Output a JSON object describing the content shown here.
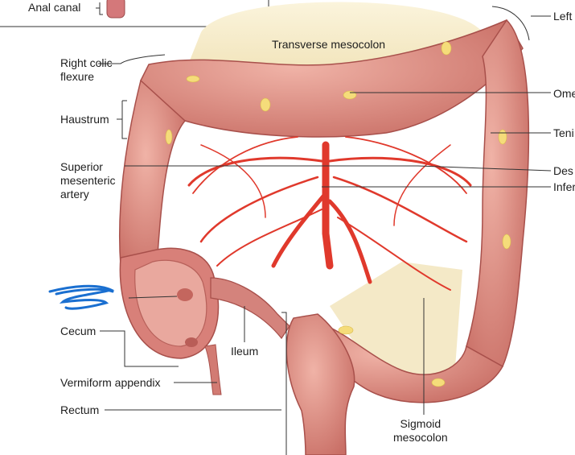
{
  "labels": {
    "anal_canal": "Anal canal",
    "left_colic_flexure": "Left c",
    "transverse_mesocolon": "Transverse mesocolon",
    "right_colic_flexure": "Right colic\nflexure",
    "omentum": "Ome",
    "haustrum": "Haustrum",
    "teniae": "Teni",
    "superior_mesenteric_artery": "Superior\nmesenteric\nartery",
    "descending": "Des",
    "inferior": "Infer",
    "cecum": "Cecum",
    "ileum": "Ileum",
    "vermiform_appendix": "Vermiform appendix",
    "rectum": "Rectum",
    "sigmoid_mesocolon": "Sigmoid\nmesocolon"
  },
  "colors": {
    "colon": "#d88a80",
    "colon_dark": "#b55a55",
    "artery": "#e0392c",
    "fat": "#f2e5b8",
    "annotation_scribble": "#1a6fd0"
  }
}
